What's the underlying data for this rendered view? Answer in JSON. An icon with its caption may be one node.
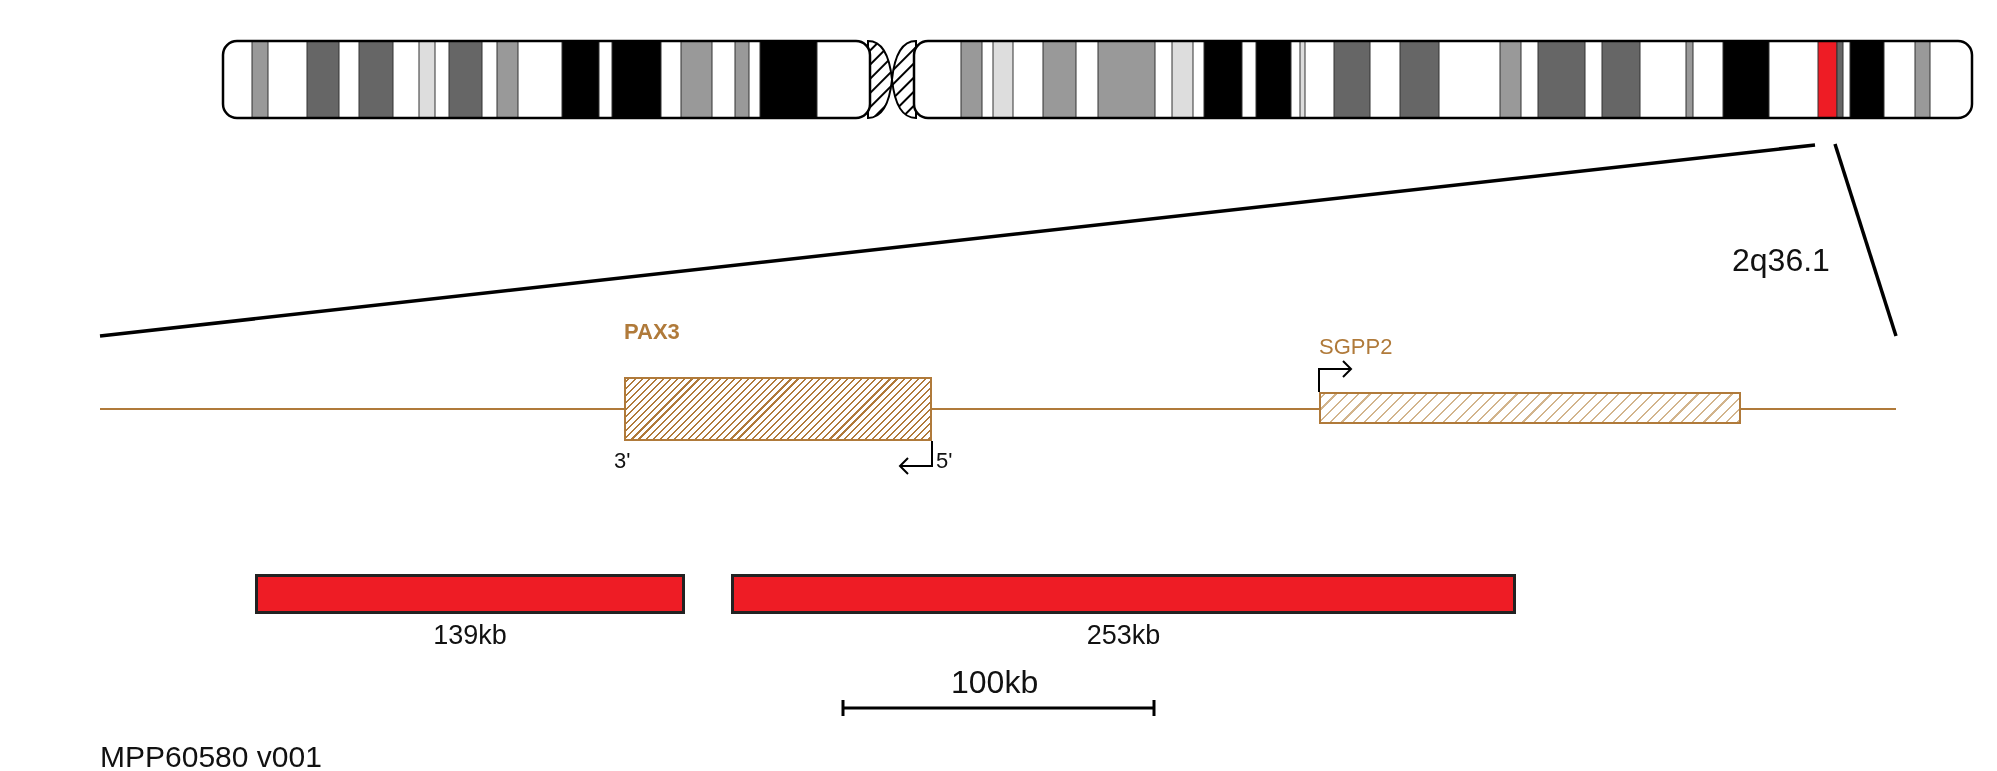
{
  "diagram": {
    "nodes": [
      {
        "text": [
          "PAX3"
        ],
        "beside": [
          "3'",
          "5'"
        ]
      },
      {
        "text": [
          "SGPP2"
        ]
      },
      {
        "text": [
          "139kb"
        ]
      },
      {
        "text": [
          "253kb"
        ]
      }
    ],
    "labels": [
      "2q36.1",
      "100kb",
      "MPP60580 v001"
    ]
  }
}
